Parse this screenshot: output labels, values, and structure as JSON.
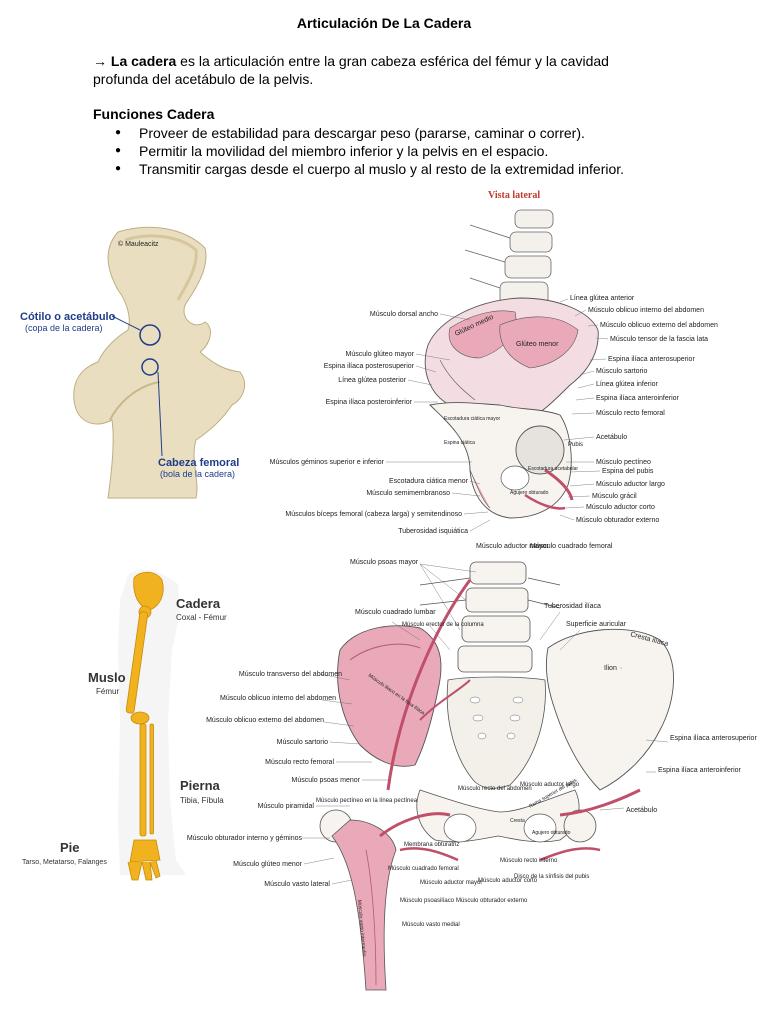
{
  "title": "Articulación De La Cadera",
  "intro": {
    "arrow": "→",
    "term": "La cadera",
    "text": " es la articulación entre la gran cabeza esférica del fémur y la cavidad profunda del acetábulo de la pelvis."
  },
  "functions": {
    "heading": "Funciones Cadera",
    "items": [
      "Proveer de estabilidad para descargar peso (pararse, caminar o correr).",
      "Permitir la movilidad del miembro inferior y la pelvis en el espacio.",
      "Transmitir cargas desde el cuerpo al muslo y al resto de la extremidad inferior."
    ]
  },
  "figure1": {
    "watermark": "© Mauleacitz",
    "label1": "Cótilo o acetábulo",
    "label1_sub": "(copa de la cadera)",
    "label2": "Cabeza femoral",
    "label2_sub": "(bola de la cadera)"
  },
  "figure2": {
    "title": "Vista lateral",
    "left": [
      "Músculo dorsal ancho",
      "Músculo glúteo mayor",
      "Espina ilíaca posterosuperior",
      "Línea glútea posterior",
      "Espina ilíaca posteroinferior",
      "Músculos géminos superior e inferior",
      "Escotadura ciática menor",
      "Músculo semimembranoso",
      "Músculos bíceps femoral (cabeza larga) y semitendinoso",
      "Tuberosidad isquiática"
    ],
    "right": [
      "Línea glútea anterior",
      "Músculo oblicuo interno del abdomen",
      "Músculo oblicuo externo del abdomen",
      "Músculo tensor de la fascia lata",
      "Espina ilíaca anterosuperior",
      "Músculo sartorio",
      "Línea glútea inferior",
      "Espina ilíaca anteroinferior",
      "Músculo recto femoral",
      "Acetábulo",
      "Músculo pectíneo",
      "Espina del pubis",
      "Músculo aductor largo",
      "Músculo grácil",
      "Músculo aductor corto",
      "Músculo obturador externo"
    ],
    "bottom": [
      "Músculo aductor mayor",
      "Músculo cuadrado femoral"
    ],
    "inside": [
      "Glúteo medio",
      "Glúteo menor",
      "Escotadura ciática mayor",
      "Espina ciática",
      "Escotadura acetabular",
      "Agujero obturado",
      "Pubis"
    ]
  },
  "figure3": {
    "labels": [
      {
        "t": "Cadera",
        "s": "Coxal - Fémur"
      },
      {
        "t": "Muslo",
        "s": "Fémur"
      },
      {
        "t": "Pierna",
        "s": "Tibia, Fíbula"
      },
      {
        "t": "Pie",
        "s": "Tarso, Metatarso, Falanges"
      }
    ]
  },
  "figure4": {
    "top": [
      "Músculo psoas mayor",
      "Músculo cuadrado lumbar",
      "Músculo erector de la columna",
      "Tuberosidad ilíaca",
      "Superficie auricular",
      "Cresta ilíaca",
      "Ilion"
    ],
    "left": [
      "Músculo transverso del abdomen",
      "Músculo oblicuo interno del abdomen",
      "Músculo oblicuo externo del abdomen",
      "Músculo sartorio",
      "Músculo recto femoral",
      "Músculo psoas menor",
      "Músculo piramidal",
      "Músculo obturador interno y géminos",
      "Músculo glúteo menor",
      "Músculo vasto lateral"
    ],
    "right": [
      "Espina ilíaca anterosuperior",
      "Espina ilíaca anteroinferior",
      "Acetábulo"
    ],
    "middle": [
      "Músculo recto del abdomen",
      "Músculo pectíneo en la línea pectínea",
      "Músculo aductor largo",
      "Membrana obturatriz",
      "Músculo cuadrado femoral",
      "Músculo aductor mayor",
      "Músculo aductor corto",
      "Músculo recto interno",
      "Disco de la sínfisis del pubis",
      "Músculo psoasilíaco",
      "Músculo obturador externo",
      "Músculo vasto medial"
    ],
    "inside": [
      "Músculo iliaco en la fosa ilíaca",
      "Rama superior del pubis",
      "Cresta",
      "Agujero obturado",
      "Músculo vasto intermedio"
    ]
  }
}
